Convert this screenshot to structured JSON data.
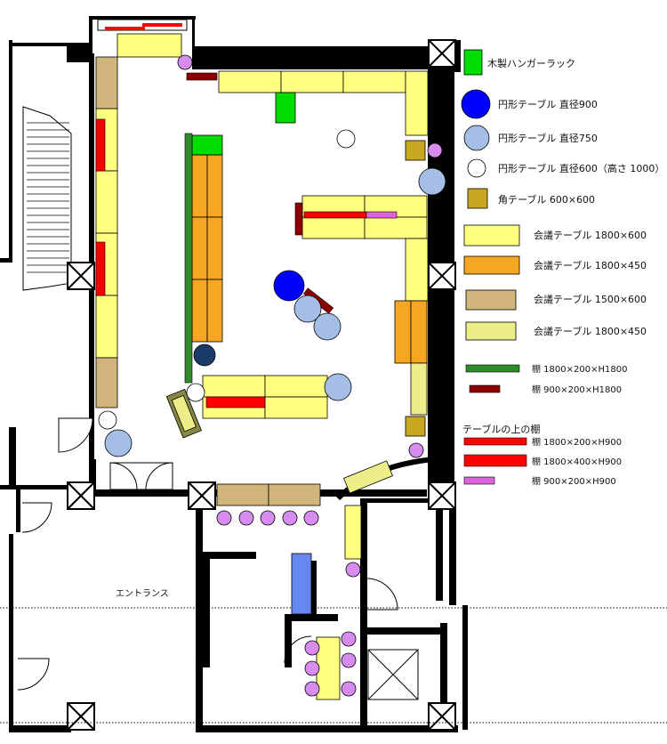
{
  "entrance_label": "エントランス",
  "colors": {
    "wall": "#000000",
    "table_1800x600": "#ffff80",
    "table_1800x450": "#f5a623",
    "table_1500x600": "#d2b47d",
    "table_1800x450_light": "#eeee88",
    "table_600x600": "#c8a820",
    "round_900": "#0000ff",
    "round_750": "#a4bee6",
    "round_600": "#ffffff",
    "stool": "#d98cf0",
    "hanger_rack": "#00dd00",
    "shelf_green": "#2e8b2e",
    "shelf_darkred": "#8b0000",
    "shelf_red": "#ff0000",
    "shelf_pink": "#e060e0",
    "blue_block": "#6688ee",
    "dark_circle": "#1c3a66"
  },
  "legend": {
    "hanger_rack": "木製ハンガーラック",
    "round_900": "円形テーブル 直径900",
    "round_750": "円形テーブル 直径750",
    "round_600": "円形テーブル 直径600（高さ 1000）",
    "square_600": "角テーブル 600×600",
    "table_1800x600": "会議テーブル 1800×600",
    "table_1800x450": "会議テーブル 1800×450",
    "table_1500x600": "会議テーブル 1500×600",
    "table_1800x450_light": "会議テーブル 1800×450",
    "shelf_green": "棚 1800×200×H1800",
    "shelf_darkred": "棚 900×200×H1800",
    "on_table_title": "テーブルの上の棚",
    "shelf_red_1": "棚 1800×200×H900",
    "shelf_red_2": "棚 1800×400×H900",
    "shelf_pink": "棚 900×200×H900"
  }
}
